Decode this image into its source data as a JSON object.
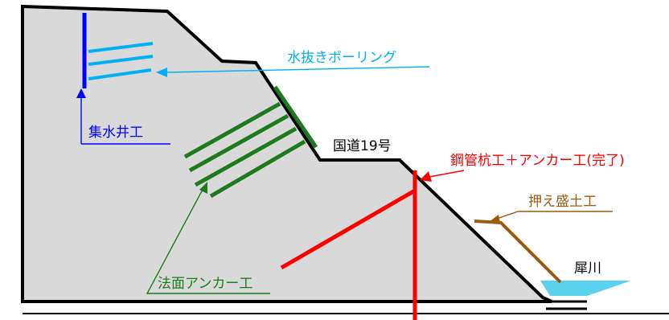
{
  "labels": {
    "drain_boring": "水抜きボーリング",
    "collecting_well": "集水井工",
    "road": "国道19号",
    "pile_anchor": "鋼管杭工＋アンカー工(完了)",
    "counterweight_fill": "押え盛土工",
    "slope_anchor": "法面アンカー工",
    "river": "犀川"
  },
  "colors": {
    "ground_fill": "#d9d9d9",
    "outline": "#000000",
    "blue_works": "#0000ff",
    "cyan_works": "#00b0f0",
    "green_works": "#1e7a1e",
    "red_works": "#ff0000",
    "brown_works": "#9c5a12",
    "river_water": "#5ad2ee"
  }
}
